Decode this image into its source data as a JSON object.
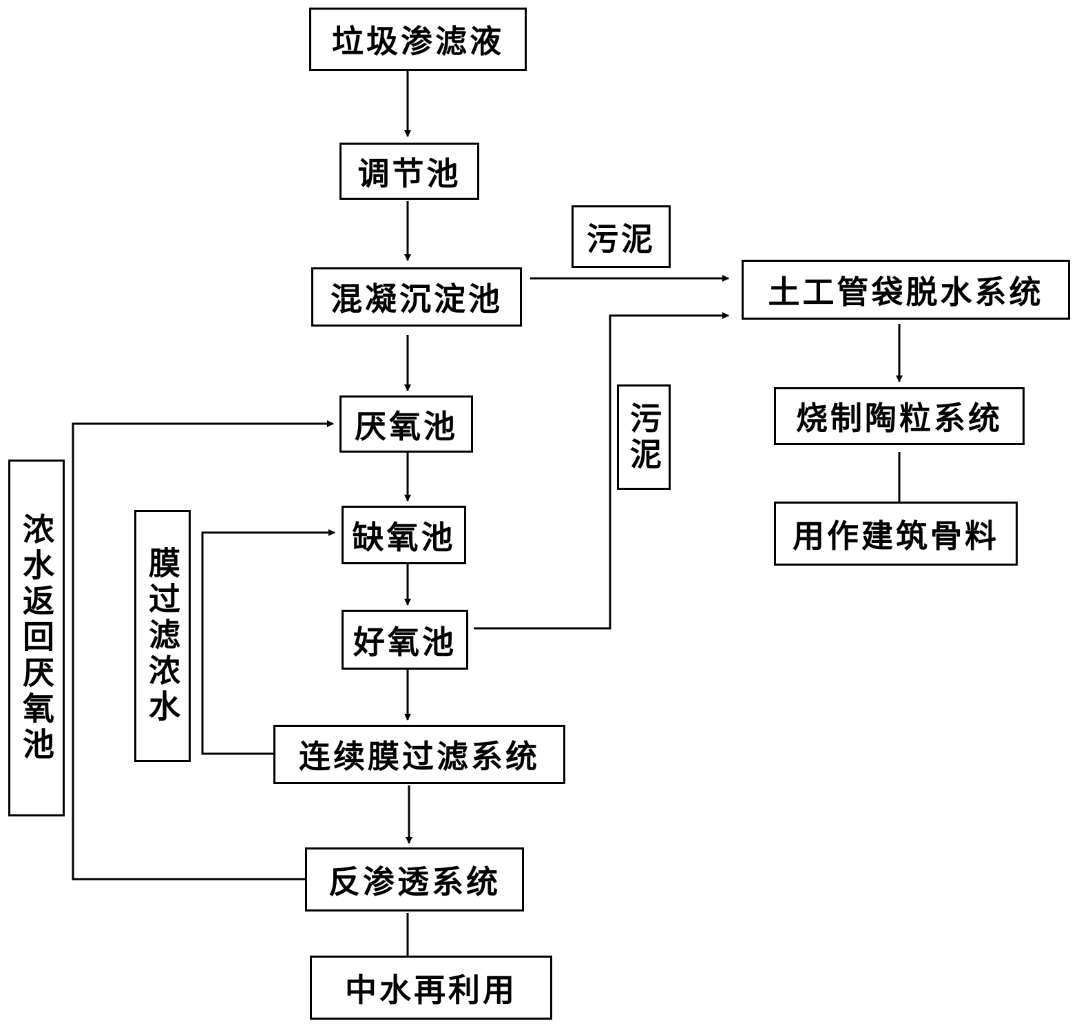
{
  "nodes": {
    "leachate": "垃圾渗滤液",
    "regulating_tank": "调节池",
    "coagulation_tank": "混凝沉淀池",
    "anaerobic_tank": "厌氧池",
    "anoxic_tank": "缺氧池",
    "aerobic_tank": "好氧池",
    "membrane_system": "连续膜过滤系统",
    "reverse_osmosis": "反渗透系统",
    "reclaimed_water": "中水再利用",
    "geotube_dewatering": "土工管袋脱水系统",
    "ceramsite_system": "烧制陶粒系统",
    "building_aggregate": "用作建筑骨料"
  },
  "labels": {
    "sludge_top": "污泥",
    "sludge_side": "污泥",
    "membrane_concentrate": "膜过滤浓水",
    "concentrate_return": "浓水返回厌氧池"
  },
  "colors": {
    "line": "#000000",
    "background": "#ffffff"
  }
}
